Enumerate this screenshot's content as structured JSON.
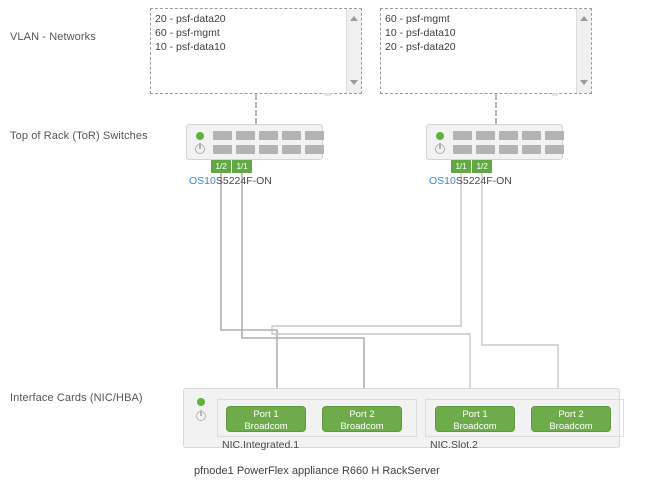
{
  "rows": {
    "vlan_label": "VLAN - Networks",
    "tor_label": "Top of Rack (ToR) Switches",
    "nic_label": "Interface Cards (NIC/HBA)"
  },
  "vlan_boxes": [
    {
      "name": "left",
      "items": [
        "20 - psf-data20",
        "60 - psf-mgmt",
        "10 - psf-data10"
      ],
      "scroll_up_icon": "triangle-up-icon",
      "scroll_down_icon": "triangle-down-icon"
    },
    {
      "name": "right",
      "items": [
        "60 - psf-mgmt",
        "10 - psf-data10",
        "20 - psf-data20"
      ],
      "scroll_up_icon": "triangle-up-icon",
      "scroll_down_icon": "triangle-down-icon"
    }
  ],
  "switches": [
    {
      "name": "left",
      "os_label": "OS10",
      "model": "S5224F-ON",
      "ports": [
        "1/2",
        "1/1"
      ],
      "led_icon": "status-led-green-icon",
      "power_icon": "power-icon"
    },
    {
      "name": "right",
      "os_label": "OS10",
      "model": "S5224F-ON",
      "ports": [
        "1/1",
        "1/2"
      ],
      "led_icon": "status-led-green-icon",
      "power_icon": "power-icon"
    }
  ],
  "server": {
    "caption": "pfnode1 PowerFlex appliance R660 H RackServer",
    "led_icon": "status-led-green-icon",
    "power_icon": "power-icon",
    "nic_groups": [
      {
        "label": "NIC.Integrated.1",
        "ports": [
          {
            "name": "Port 1",
            "vendor": "Broadcom"
          },
          {
            "name": "Port 2",
            "vendor": "Broadcom"
          }
        ]
      },
      {
        "label": "NIC.Slot.2",
        "ports": [
          {
            "name": "Port 1",
            "vendor": "Broadcom"
          },
          {
            "name": "Port 2",
            "vendor": "Broadcom"
          }
        ]
      }
    ]
  },
  "colors": {
    "port_green": "#62a844",
    "nic_green": "#6eab4b",
    "led_green": "#5fb33c",
    "link_blue": "#3a87d4",
    "cable_gray": "#b0b0b0",
    "chassis_gray": "#f2f2f2"
  }
}
